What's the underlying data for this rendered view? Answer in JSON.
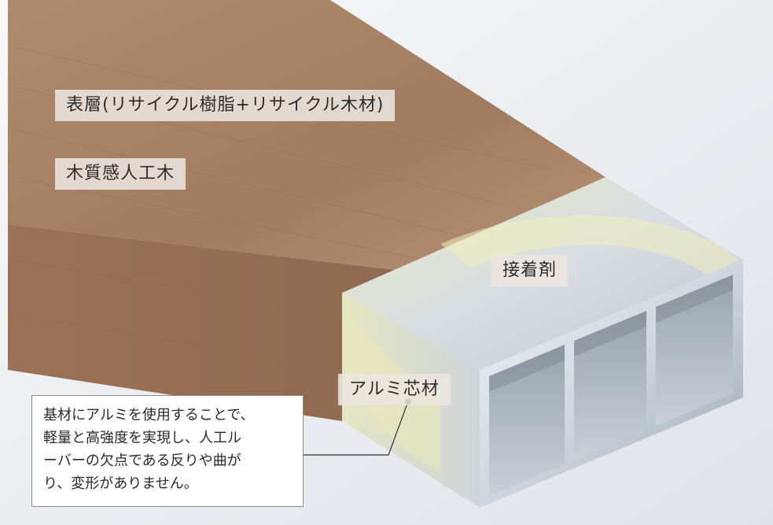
{
  "labels": {
    "surface_layer": "表層(リサイクル樹脂+リサイクル木材)",
    "material": "木質感人工木",
    "adhesive": "接着剤",
    "aluminum_core": "アルミ芯材"
  },
  "callout": {
    "lines": [
      "基材にアルミを使用することで、",
      "軽量と高強度を実現し、人工ル",
      "ーバーの欠点である反りや曲が",
      "り、変形がありません。"
    ]
  },
  "colors": {
    "wood": "#a07a5e",
    "aluminum": "#d7dde3",
    "adhesive": "#e8e7b8",
    "background": "#eef0f3"
  }
}
